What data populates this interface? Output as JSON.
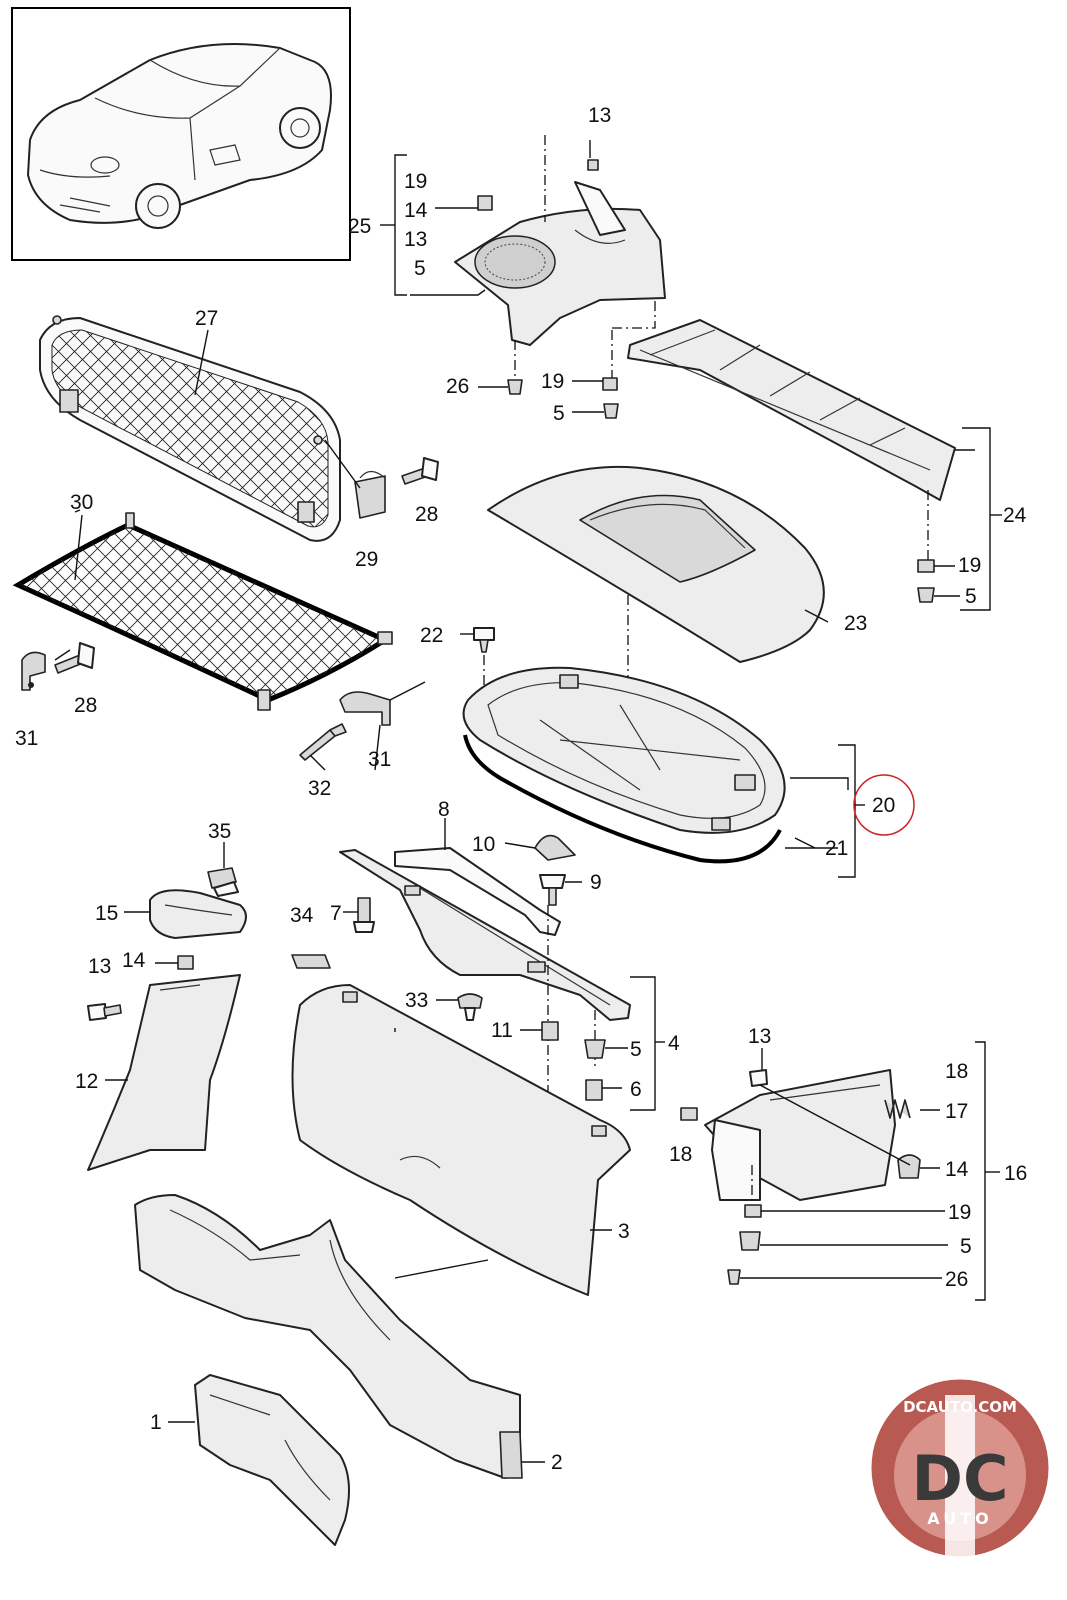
{
  "callouts": [
    {
      "id": "lbl-13-top",
      "text": "13"
    },
    {
      "id": "lbl-19-a",
      "text": "19"
    },
    {
      "id": "lbl-14-a",
      "text": "14"
    },
    {
      "id": "lbl-13-a",
      "text": "13"
    },
    {
      "id": "lbl-5-a",
      "text": "5"
    },
    {
      "id": "lbl-25",
      "text": "25"
    },
    {
      "id": "lbl-27",
      "text": "27"
    },
    {
      "id": "lbl-26-a",
      "text": "26"
    },
    {
      "id": "lbl-19-b",
      "text": "19"
    },
    {
      "id": "lbl-5-b",
      "text": "5"
    },
    {
      "id": "lbl-30",
      "text": "30"
    },
    {
      "id": "lbl-28-a",
      "text": "28"
    },
    {
      "id": "lbl-29",
      "text": "29"
    },
    {
      "id": "lbl-24",
      "text": "24"
    },
    {
      "id": "lbl-19-c",
      "text": "19"
    },
    {
      "id": "lbl-5-c",
      "text": "5"
    },
    {
      "id": "lbl-23",
      "text": "23"
    },
    {
      "id": "lbl-22",
      "text": "22"
    },
    {
      "id": "lbl-31-a",
      "text": "31"
    },
    {
      "id": "lbl-28-b",
      "text": "28"
    },
    {
      "id": "lbl-31-b",
      "text": "31"
    },
    {
      "id": "lbl-32",
      "text": "32"
    },
    {
      "id": "lbl-20",
      "text": "20"
    },
    {
      "id": "lbl-21",
      "text": "21"
    },
    {
      "id": "lbl-8",
      "text": "8"
    },
    {
      "id": "lbl-10",
      "text": "10"
    },
    {
      "id": "lbl-35",
      "text": "35"
    },
    {
      "id": "lbl-9",
      "text": "9"
    },
    {
      "id": "lbl-15",
      "text": "15"
    },
    {
      "id": "lbl-34",
      "text": "34"
    },
    {
      "id": "lbl-7",
      "text": "7"
    },
    {
      "id": "lbl-13-b",
      "text": "13"
    },
    {
      "id": "lbl-14-b",
      "text": "14"
    },
    {
      "id": "lbl-33",
      "text": "33"
    },
    {
      "id": "lbl-11",
      "text": "11"
    },
    {
      "id": "lbl-5-d",
      "text": "5"
    },
    {
      "id": "lbl-4",
      "text": "4"
    },
    {
      "id": "lbl-6",
      "text": "6"
    },
    {
      "id": "lbl-12",
      "text": "12"
    },
    {
      "id": "lbl-13-c",
      "text": "13"
    },
    {
      "id": "lbl-18-a",
      "text": "18"
    },
    {
      "id": "lbl-17",
      "text": "17"
    },
    {
      "id": "lbl-18-b",
      "text": "18"
    },
    {
      "id": "lbl-14-c",
      "text": "14"
    },
    {
      "id": "lbl-16",
      "text": "16"
    },
    {
      "id": "lbl-19-d",
      "text": "19"
    },
    {
      "id": "lbl-5-e",
      "text": "5"
    },
    {
      "id": "lbl-26-b",
      "text": "26"
    },
    {
      "id": "lbl-3",
      "text": "3"
    },
    {
      "id": "lbl-1",
      "text": "1"
    },
    {
      "id": "lbl-2",
      "text": "2"
    }
  ],
  "logo": {
    "top_text": "DCAUTO.COM",
    "main_text": "DC",
    "sub_text": "AUTO",
    "colors": {
      "ring": "#b85a52",
      "inner": "#d9928a",
      "white": "#ffffff",
      "dark": "#3a3a3a"
    }
  },
  "highlight": {
    "label_id": "lbl-20",
    "color": "#cc2222"
  }
}
